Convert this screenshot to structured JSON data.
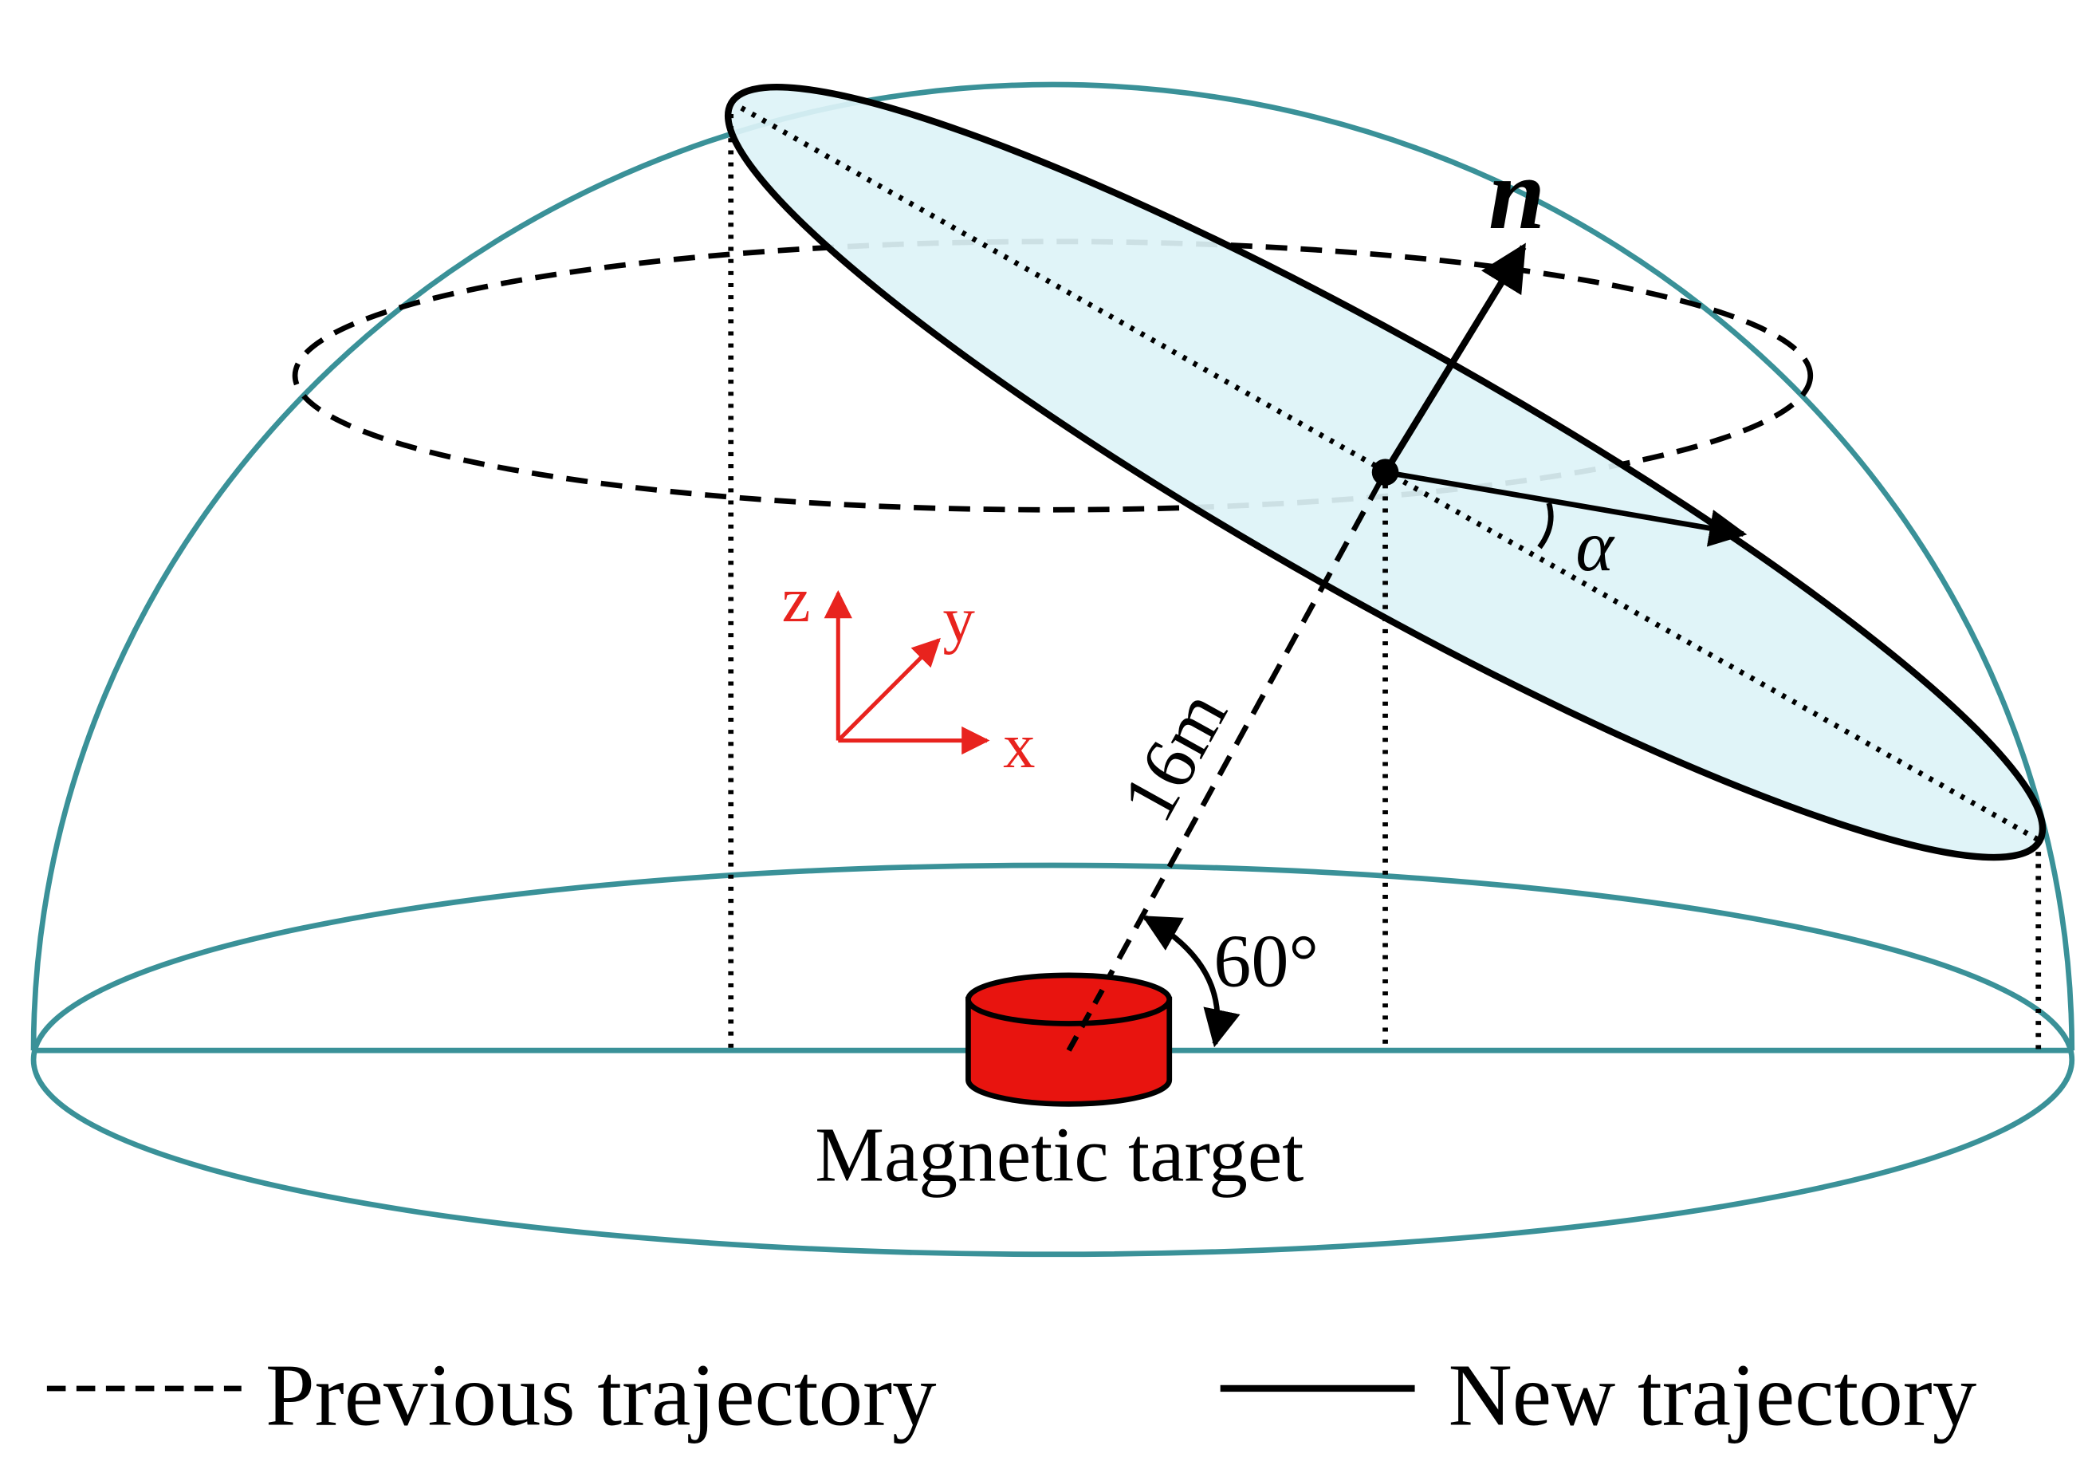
{
  "labels": {
    "normal_vector": "n",
    "angle_alpha": "α",
    "distance": "16m",
    "elevation_angle": "60°",
    "target": "Magnetic target"
  },
  "axes": {
    "z": "z",
    "y": "y",
    "x": "x"
  },
  "legend": {
    "previous": "Previous trajectory",
    "new": "New trajectory"
  },
  "colors": {
    "hemisphere": "#3A9198",
    "plane_fill": "#DDF3F7",
    "axes": "#E8231E",
    "target": "#E8140F",
    "ink": "#000000"
  }
}
